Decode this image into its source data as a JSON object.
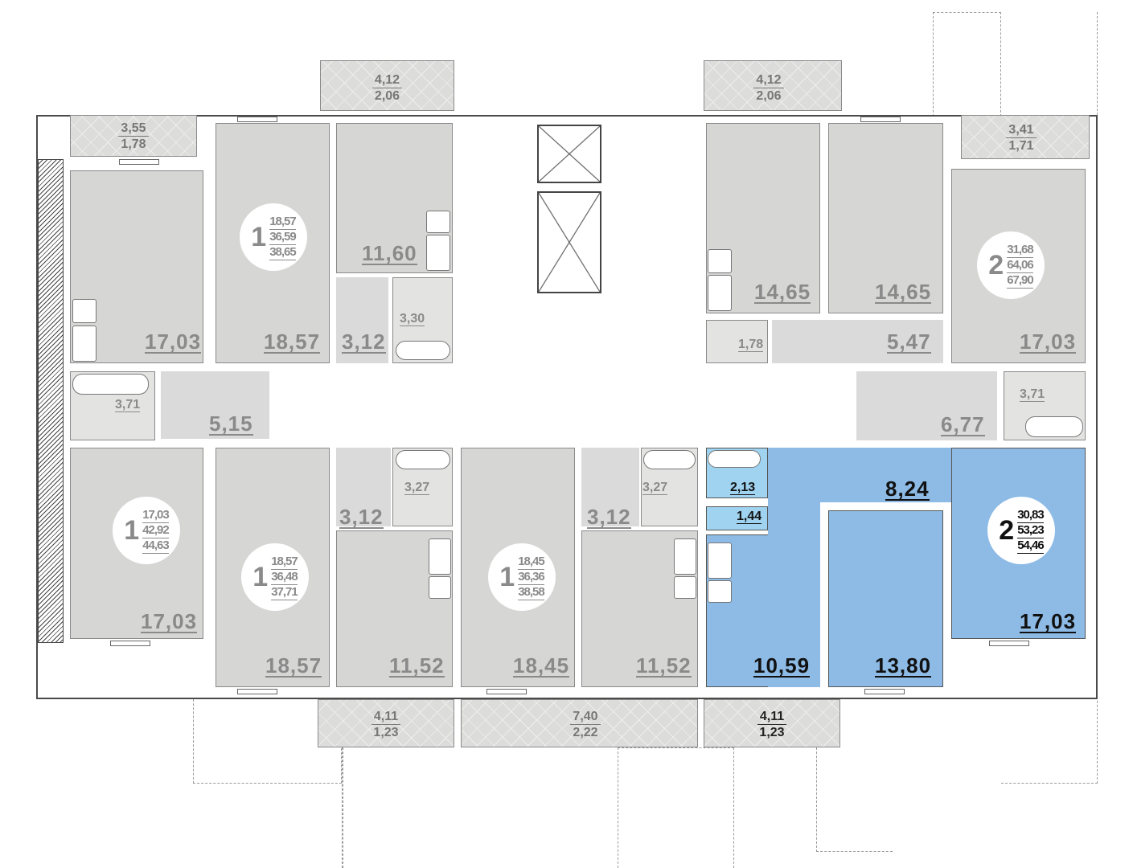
{
  "apartments": [
    {
      "id": "1-left",
      "rooms": "1",
      "areas": [
        "17,03",
        "42,92",
        "44,63"
      ]
    },
    {
      "id": "1-top",
      "rooms": "1",
      "areas": [
        "18,57",
        "36,59",
        "38,65"
      ]
    },
    {
      "id": "2-top-right",
      "rooms": "2",
      "areas": [
        "31,68",
        "64,06",
        "67,90"
      ]
    },
    {
      "id": "1-bottom-a",
      "rooms": "1",
      "areas": [
        "18,57",
        "36,48",
        "37,71"
      ]
    },
    {
      "id": "1-bottom-b",
      "rooms": "1",
      "areas": [
        "18,45",
        "36,36",
        "38,58"
      ]
    },
    {
      "id": "2-highlighted",
      "rooms": "2",
      "areas": [
        "30,83",
        "53,23",
        "54,46"
      ]
    }
  ],
  "rooms": {
    "r1": "17,03",
    "r2": "18,57",
    "r3": "11,60",
    "r4": "3,12",
    "r5": "3,30",
    "r6": "3,71",
    "r7": "5,15",
    "r8": "14,65",
    "r9": "14,65",
    "r10": "17,03",
    "r11": "1,78",
    "r12": "5,47",
    "r13": "6,77",
    "r14": "3,71",
    "r15": "17,03",
    "r16": "18,57",
    "r17": "3,12",
    "r18": "3,27",
    "r19": "11,52",
    "r20": "18,45",
    "r21": "3,12",
    "r22": "3,27",
    "r23": "11,52",
    "r24": "2,13",
    "r25": "1,44",
    "r26": "10,59",
    "r27": "8,24",
    "r28": "13,80",
    "r29": "17,03"
  },
  "balconies": [
    {
      "top": "3,55",
      "bottom": "1,78"
    },
    {
      "top": "4,12",
      "bottom": "2,06"
    },
    {
      "top": "4,12",
      "bottom": "2,06"
    },
    {
      "top": "3,41",
      "bottom": "1,71"
    },
    {
      "top": "4,11",
      "bottom": "1,23"
    },
    {
      "top": "7,40",
      "bottom": "2,22"
    },
    {
      "top": "4,11",
      "bottom": "1,23"
    }
  ],
  "colors": {
    "highlight": "#8dbbe6",
    "room": "#d6d6d5",
    "label": "#8a8a8a"
  }
}
